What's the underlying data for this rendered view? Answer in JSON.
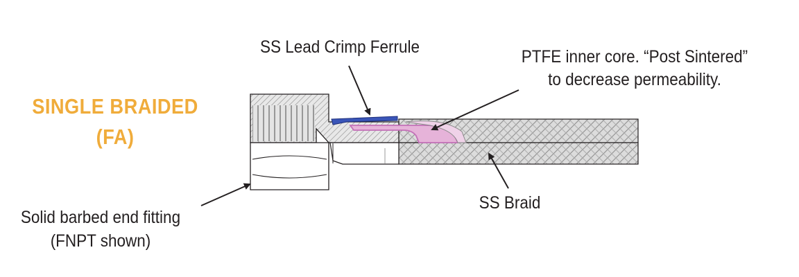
{
  "title": {
    "line1": "SINGLE BRAIDED",
    "line2": "(FA)",
    "color": "#f0ac3b"
  },
  "labels": {
    "ferrule": "SS Lead Crimp Ferrule",
    "core_line1": "PTFE inner core. “Post Sintered”",
    "core_line2": "to decrease permeability.",
    "braid": "SS Braid",
    "fitting_line1": "Solid barbed end fitting",
    "fitting_line2": "(FNPT shown)"
  },
  "colors": {
    "ferrule": "#3a55b8",
    "ptfe_core": "#e6b3d9",
    "ptfe_core_edge": "#c470b8",
    "outline": "#231f20",
    "braid_fill": "#d9d9d9",
    "hatch": "#9a9a9a"
  }
}
